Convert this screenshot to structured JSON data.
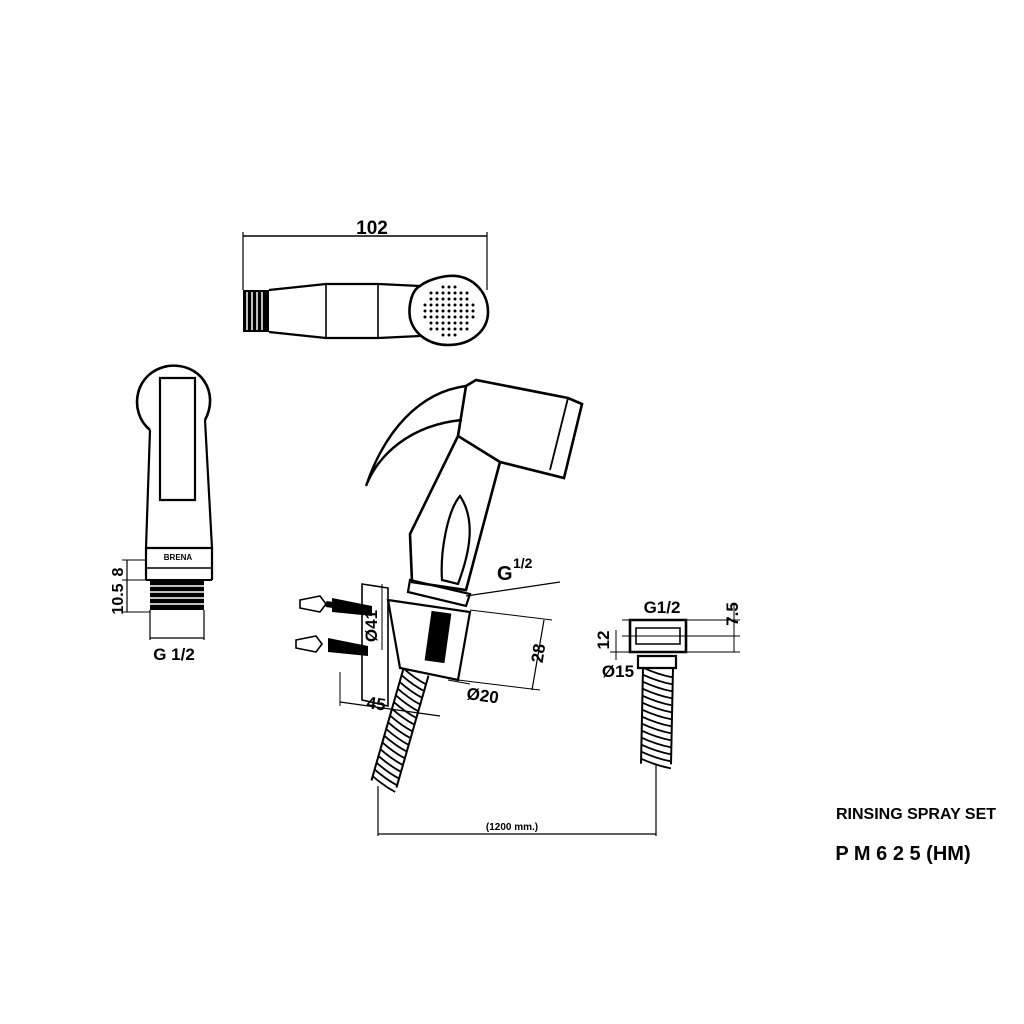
{
  "top_view": {
    "length_dim": "102"
  },
  "side_view": {
    "dim_8": "8",
    "dim_10_5": "10.5",
    "thread_label": "G 1/2",
    "brand_mark": "BRENA"
  },
  "main_view": {
    "thread_top_g": "G",
    "thread_top_frac": "1/2",
    "dia_41": "Ø41",
    "dim_28": "28",
    "dim_45": "45",
    "dia_20": "Ø20"
  },
  "connector_view": {
    "thread_label": "G1/2",
    "dim_7_5": "7.5",
    "dim_12": "12",
    "dia_15": "Ø15"
  },
  "hose_length": "(1200 mm.)",
  "product": {
    "name": "RINSING SPRAY SET",
    "code": "P M 6 2 5 (HM)"
  },
  "colors": {
    "line": "#000000",
    "background": "#ffffff"
  }
}
